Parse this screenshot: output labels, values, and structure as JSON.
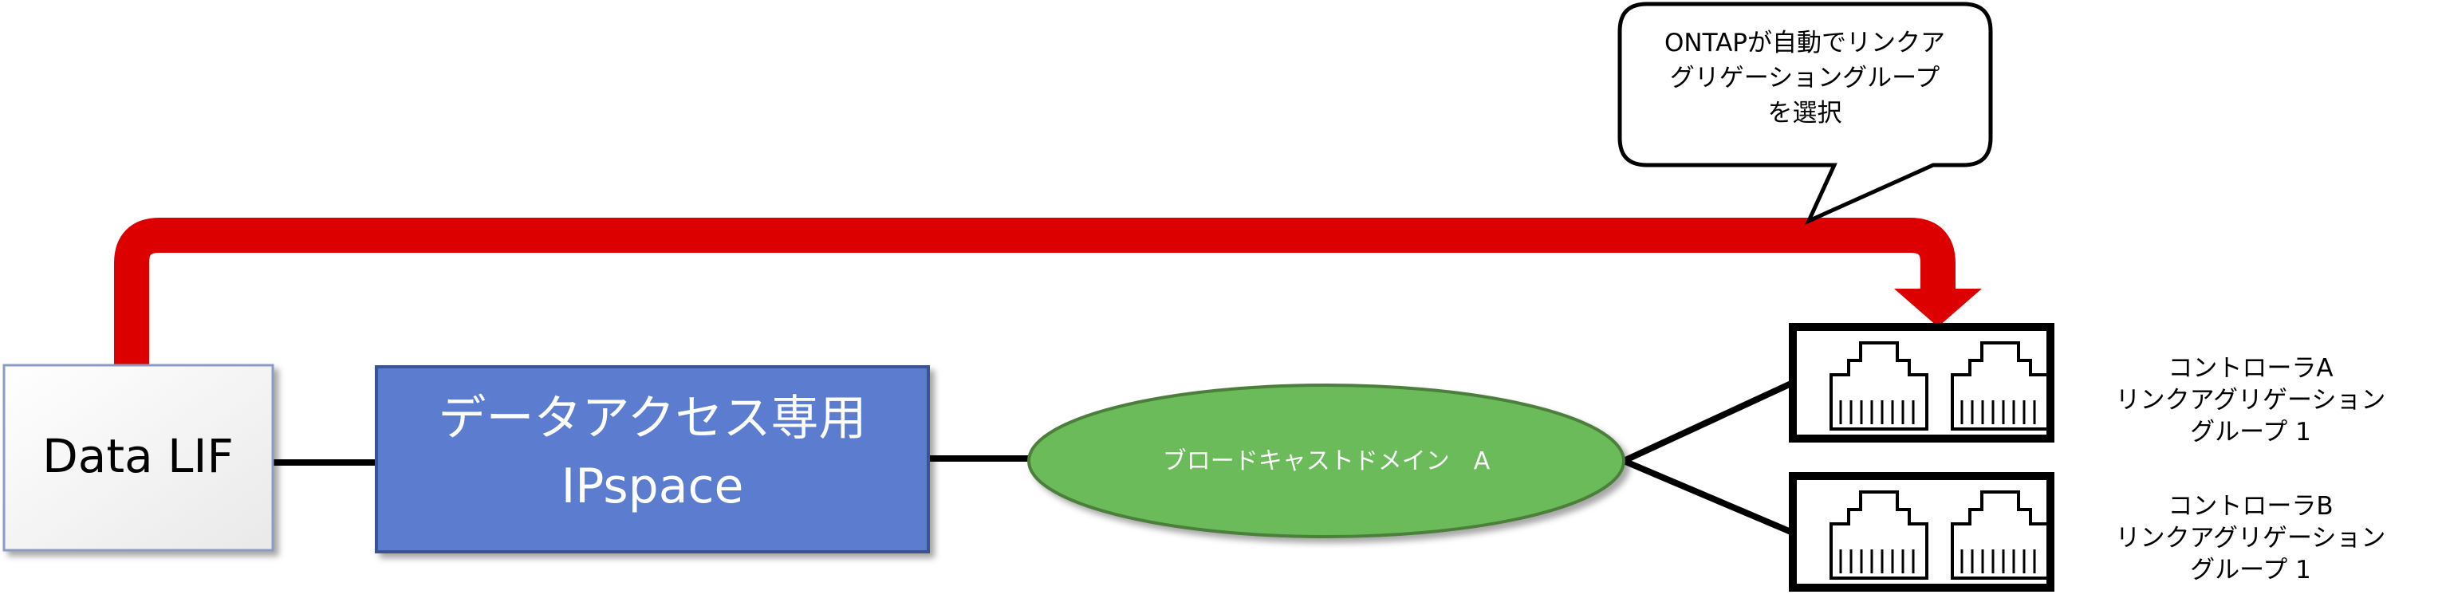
{
  "data_lif": {
    "label": "Data LIF"
  },
  "ipspace": {
    "line1": "データアクセス専用",
    "line2": "IPspace"
  },
  "broadcast_domain": {
    "label": "ブロードキャストドメイン　A"
  },
  "callout": {
    "line1": "ONTAPが自動でリンクア",
    "line2": "グリゲーショングループ",
    "line3": "を選択"
  },
  "controller_a": {
    "line1": "コントローラA",
    "line2": "リンクアグリゲーション",
    "line3": "グループ 1"
  },
  "controller_b": {
    "line1": "コントローラB",
    "line2": "リンクアグリゲーション",
    "line3": "グループ 1"
  },
  "colors": {
    "arrow": "#dd0000",
    "ipspace_fill": "#5b7bd0",
    "broadcast_fill": "#6cbb5a",
    "line": "#000000"
  }
}
